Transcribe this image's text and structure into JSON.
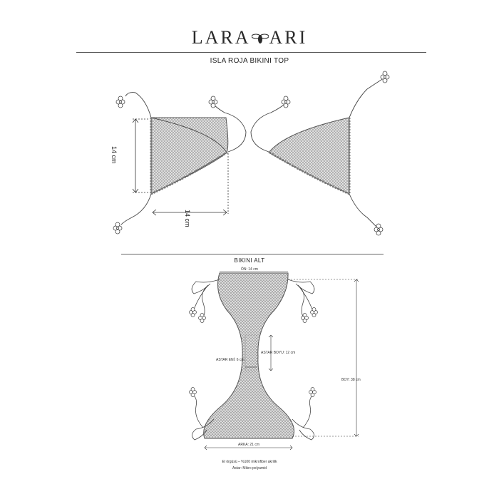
{
  "brand": {
    "left": "LARA",
    "right": "ARI",
    "logo_icon": "bee-icon"
  },
  "title": "ISLA ROJA BIKINI TOP",
  "top_dims": {
    "height": "14 cm",
    "width": "14 cm"
  },
  "bottom": {
    "title": "BIKINI ALT",
    "on": "ÖN:  14 cm",
    "astar_boyu": "ASTAR BOYU: 12 cm",
    "astar_eni": "ASTAR ENİ: 6 cm",
    "boy": "BOY: 38 cm",
    "arka": "ARKA: 21 cm"
  },
  "footer": {
    "line1": "El örgüsü  –  %100 mikrofiber akrilik",
    "line2": "Astar: Mikro polyamid"
  },
  "colors": {
    "line": "#444444",
    "knit": "#9a9a9a",
    "fill": "#e6e6e6"
  }
}
